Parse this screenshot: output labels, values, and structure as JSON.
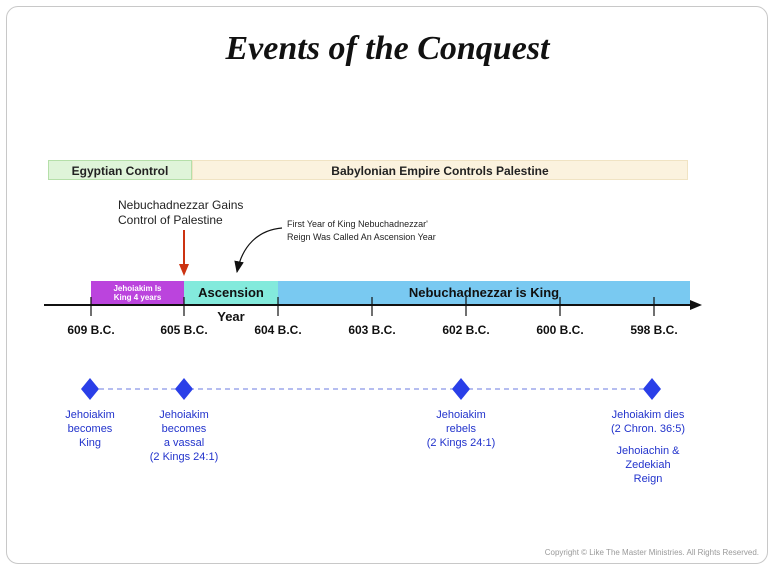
{
  "title": "Events of the Conquest",
  "bands": {
    "egypt": "Egyptian Control",
    "babylon": "Babylonian Empire Controls Palestine"
  },
  "annotations": {
    "gains_line1": "Nebuchadnezzar Gains",
    "gains_line2": "Control of  Palestine",
    "first_line1": "First Year of  King Nebuchadnezzar'",
    "first_line2": "Reign Was Called An Ascension Year"
  },
  "segments": {
    "jehoiakim_line1": "Jehoiakim Is",
    "jehoiakim_line2": "King 4 years",
    "ascension": "Ascension Year",
    "nebuchadnezzar": "Nebuchadnezzar is King"
  },
  "years": [
    "609 B.C.",
    "605 B.C.",
    "604 B.C.",
    "603 B.C.",
    "602 B.C.",
    "600 B.C.",
    "598 B.C."
  ],
  "events": [
    {
      "lines": [
        "Jehoiakim",
        "becomes",
        "King"
      ]
    },
    {
      "lines": [
        "Jehoiakim",
        "becomes",
        "a vassal",
        "(2 Kings 24:1)"
      ]
    },
    {
      "lines": [
        "Jehoiakim",
        "rebels",
        "(2 Kings 24:1)"
      ]
    },
    {
      "lines": [
        "Jehoiakim dies",
        "(2 Chron. 36:5)"
      ],
      "extra": [
        "Jehoiachin &",
        "Zedekiah",
        "Reign"
      ]
    }
  ],
  "colors": {
    "egypt_band": "#dff4d9",
    "babylon_band": "#fbf2de",
    "jehoiakim_segment": "#bb44dd",
    "ascension_segment": "#83eadc",
    "king_segment": "#79c9f1",
    "event_blue": "#2233cc",
    "arrow_red": "#cc3311"
  },
  "copyright": "Copyright © Like The Master Ministries. All Rights Reserved."
}
